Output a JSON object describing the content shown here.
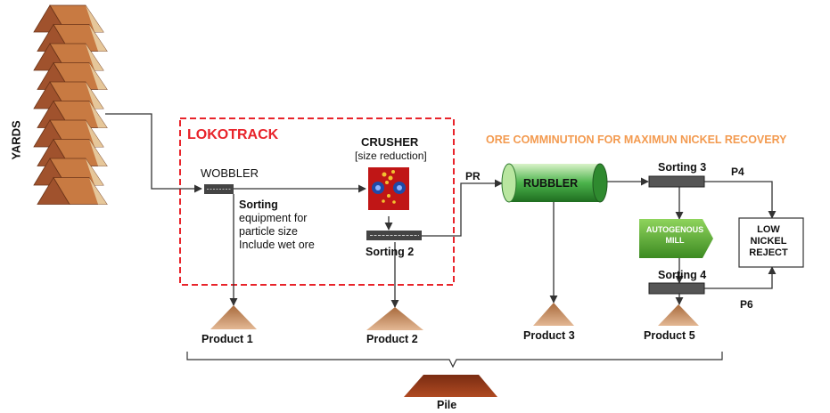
{
  "title": "ORE COMMINUTION FOR MAXIMUN NICKEL RECOVERY",
  "colors": {
    "accent_red": "#e8242b",
    "title_orange": "#f39a4f",
    "ore_brown": "#a0522d",
    "rubbler_green": "#4bb34b",
    "mill_green": "#5aab3a"
  },
  "yards_label": "YARDS",
  "lokotrack_label": "LOKOTRACK",
  "wobbler_label": "WOBBLER",
  "crusher_label": "CRUSHER",
  "crusher_sub": "[size reduction]",
  "sorting_desc_first": "Sorting",
  "sorting_desc_rest": "equipment for particle size Include wet ore",
  "sorting2_label": "Sorting 2",
  "pr_label": "PR",
  "rubbler_label": "RUBBLER",
  "sorting3_label": "Sorting 3",
  "p4_label": "P4",
  "autogenous_label": "AUTOGENOUS MILL",
  "sorting4_label": "Sorting 4",
  "p6_label": "P6",
  "low_nickel_label": "LOW NICKEL REJECT",
  "products": [
    "Product 1",
    "Product 2",
    "Product 3",
    "Product 5"
  ],
  "pile_label": "Pile"
}
